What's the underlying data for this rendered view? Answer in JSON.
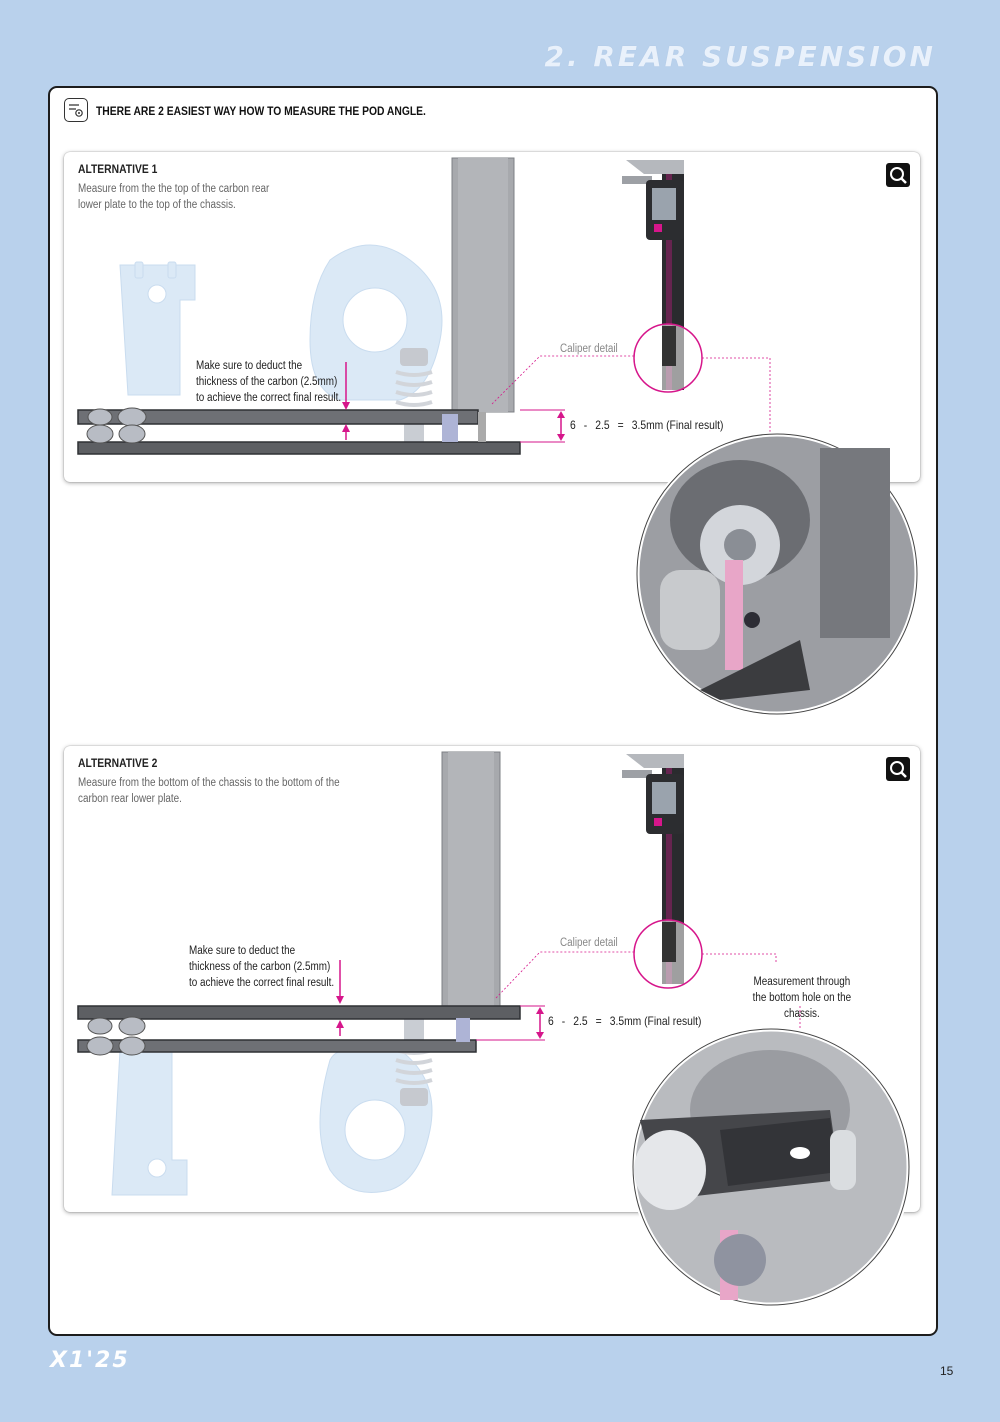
{
  "header": {
    "section_title": "2. REAR SUSPENSION"
  },
  "tip": {
    "icon": "settings-tip-icon",
    "text": "THERE ARE 2 EASIEST WAY HOW TO MEASURE THE POD ANGLE."
  },
  "alternatives": [
    {
      "title": "ALTERNATIVE 1",
      "description": "Measure from the the top of the carbon rear lower plate to the top of the chassis.",
      "note": "Make sure to deduct the thickness of the carbon (2.5mm) to achieve the correct final result.",
      "caliper_label": "Caliper detail",
      "formula": {
        "a": "6",
        "op1": "-",
        "b": "2.5",
        "op2": "=",
        "result": "3.5mm (Final result)"
      }
    },
    {
      "title": "ALTERNATIVE 2",
      "description": "Measure from the bottom of the chassis to the bottom of the carbon rear lower plate.",
      "note": "Make sure to deduct the thickness of the carbon (2.5mm) to achieve the correct final result.",
      "caliper_label": "Caliper detail",
      "formula": {
        "a": "6",
        "op1": "-",
        "b": "2.5",
        "op2": "=",
        "result": "3.5mm (Final result)"
      },
      "callout": "Measurement through the bottom hole on the chassis."
    }
  ],
  "colors": {
    "accent_magenta": "#d6168b",
    "background": "#b9d1ec",
    "light_part": "#dbe9f6"
  },
  "footer": {
    "logo": "X1'25",
    "page_number": "15"
  }
}
